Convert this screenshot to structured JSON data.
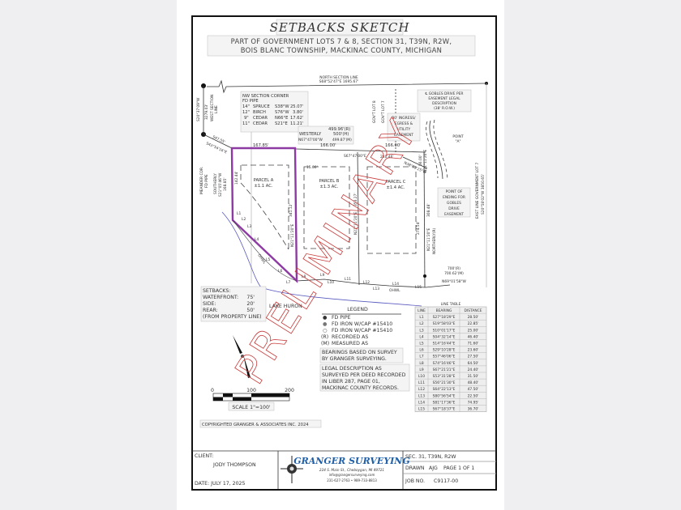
{
  "title": "SETBACKS SKETCH",
  "subtitle_lines": [
    "PART OF GOVERNMENT LOTS 7 & 8, SECTION 31, T39N, R2W,",
    "BOIS BLANC TOWNSHIP, MACKINAC COUNTY, MICHIGAN"
  ],
  "north_section_line": {
    "label": "NORTH SECTION LINE",
    "bearing": "S68°52'47\"E   1695.67'"
  },
  "west_section_line": {
    "bearing": "S20°37'09\"W",
    "distance": "3279.03'",
    "label1": "WEST SECTION",
    "label2": "LINE"
  },
  "nw_corner": {
    "title1": "NW SECTION CORNER",
    "title2": "FD PIPE",
    "witness_trees": [
      {
        "size": "14\"",
        "species": "SPRUCE",
        "bearing": "S38°W",
        "distance": "25.07'"
      },
      {
        "size": "12\"",
        "species": "BIRCH",
        "bearing": "S76°W",
        "distance": "3.80'"
      },
      {
        "size": "9\"",
        "species": "CEDAR",
        "bearing": "N66°E",
        "distance": "17.62'"
      },
      {
        "size": "11\"",
        "species": "CEDAR",
        "bearing": "S21°E",
        "distance": "11.21'"
      }
    ]
  },
  "sketch_labels": {
    "dist_47": "S47.55'",
    "bearing_43": "S43°54'16\"E",
    "meander1": "MEANDER COR.",
    "meander2": "FD PIPE",
    "southerly1": "SOUTHERLY",
    "southerly2": "S21°05'46\"W",
    "southerly3": "168.85'",
    "top_a": "167.85'",
    "westerly1": "WESTERLY",
    "westerly_r": "499.96'(R)",
    "westerly_h": "500'(H)",
    "westerly_bearing": "N67°47'00\"W",
    "westerly_m": "499.87'(M)",
    "top_b": "166.00'",
    "top_c": "166.00'",
    "bearing_top": "S67°47'00\"E",
    "dist_280": "280.46'",
    "offset_15": "15.00'",
    "parcel_a": "PARCEL A",
    "parcel_a_area": "±1.1 AC.",
    "parcel_b": "PARCEL B",
    "parcel_b_area": "±1.3 AC.",
    "parcel_c": "PARCEL C",
    "parcel_c_area": "±1.4 AC.",
    "a_west": "142.44'",
    "a_east_dist": "341.12'",
    "a_east_bearing": "N21°11'20\"E",
    "b_east_dist": "353.27'",
    "b_east_bearing": "N21°11'20\"E",
    "c_east_dist": "274.54'",
    "east_dist": "308.48'",
    "east_bearing": "N21°11'20\"E",
    "northerly": "NORTHERLY(R)",
    "govt_lot_8": "GOV'T LOT 8",
    "govt_lot_7": "GOV'T LOT 7",
    "easement1": "30' INGRESS/",
    "easement2": "EGRESS &",
    "easement3": "UTILITY",
    "easement4": "EASEMENT",
    "gobles1": "℄ GOBLES DRIVE PER",
    "gobles2": "EASEMENT LEGAL",
    "gobles3": "DESCRIPTION",
    "gobles4": "(38' R.O.W.)",
    "point_a1": "POINT",
    "point_a2": "\"A\"",
    "small_dist": "56.00'",
    "small_bearing": "N21°11'20\"E",
    "diag_bearing": "N38°02'25\"W",
    "ending1": "POINT OF",
    "ending2": "ENDING FOR",
    "ending3": "GOBLES",
    "ending4": "DRIVE",
    "ending5": "EASEMENT",
    "east_line1": "EAST LINE GOVERNMENT LOT 7",
    "east_line2": "S20°58'02\"W  3850.65'",
    "south_r": "700'(R)",
    "south_m": "700.62'(M)",
    "south_bearing": "N69°01'58\"W",
    "ohwl": "OHWL",
    "lake": "LAKE HURON",
    "lines": [
      "L1",
      "L2",
      "L3",
      "L4",
      "L5",
      "L6",
      "L7",
      "L8",
      "L9",
      "L10",
      "L11",
      "L12",
      "L13",
      "L14",
      "L15"
    ]
  },
  "setbacks": {
    "heading": "SETBACKS:",
    "rows": [
      {
        "label": "WATERFRONT:",
        "value": "75'"
      },
      {
        "label": "SIDE:",
        "value": "20'"
      },
      {
        "label": "REAR:",
        "value": "50'"
      }
    ],
    "note": "(FROM PROPERTY LINE)"
  },
  "legend": {
    "title": "LEGEND",
    "items": [
      {
        "symbol": "●",
        "label": "FD PIPE"
      },
      {
        "symbol": "●",
        "label": "FD IRON W/CAP #15410"
      },
      {
        "symbol": "○",
        "label": "FD IRON W/CAP #15410"
      },
      {
        "symbol": "(R)",
        "label": "RECORDED AS"
      },
      {
        "symbol": "(M)",
        "label": "MEASURED AS"
      }
    ],
    "bearings_note": [
      "BEARINGS BASED ON SURVEY",
      "BY GRANGER SURVEYING."
    ],
    "legal_note": [
      "LEGAL DESCRIPTION AS",
      "SURVEYED PER DEED RECORDED",
      "IN LIBER 287, PAGE 01,",
      "MACKINAC COUNTY RECORDS."
    ]
  },
  "line_table": {
    "title": "LINE TABLE",
    "headers": [
      "LINE",
      "BEARING",
      "DISTANCE"
    ],
    "rows": [
      [
        "L1",
        "S27°18'29\"E",
        "28.50'"
      ],
      [
        "L2",
        "S19°58'03\"E",
        "22.85'"
      ],
      [
        "L3",
        "S10°01'17\"E",
        "25.00'"
      ],
      [
        "L4",
        "S04°32'14\"E",
        "46.40'"
      ],
      [
        "L5",
        "S14°16'44\"E",
        "71.60'"
      ],
      [
        "L6",
        "S29°10'28\"E",
        "23.60'"
      ],
      [
        "L7",
        "S57°46'06\"E",
        "27.50'"
      ],
      [
        "L8",
        "S74°16'46\"E",
        "64.50'"
      ],
      [
        "L9",
        "S67°21'21\"E",
        "24.40'"
      ],
      [
        "L10",
        "S53°31'28\"E",
        "31.50'"
      ],
      [
        "L11",
        "S56°21'30\"E",
        "48.40'"
      ],
      [
        "L12",
        "S64°22'13\"E",
        "47.50'"
      ],
      [
        "L13",
        "S80°56'54\"E",
        "22.50'"
      ],
      [
        "L14",
        "S81°17'36\"E",
        "74.95'"
      ],
      [
        "L15",
        "S67°18'37\"E",
        "36.70'"
      ]
    ]
  },
  "scale": {
    "ticks": [
      "0",
      "100",
      "200"
    ],
    "label": "SCALE 1\"=100'"
  },
  "watermark": "PRELIMINARY",
  "copyright": "COPYRIGHTED GRANGER & ASSOCIATES INC. 2024",
  "title_block": {
    "client_label": "CLIENT:",
    "client": "JODY THOMPSON",
    "date": "DATE: JULY 17, 2025",
    "company": "GRANGER SURVEYING",
    "address": "224 S. Main St., Cheboygan, MI 49721",
    "email": "info@grangersurveying.com",
    "phone": "231-627-2763  •  989-733-8813",
    "section": "SEC. 31, T39N, R2W",
    "drawn_label": "DRAWN",
    "drawn_by": "AJG",
    "page": "PAGE  1  OF 1",
    "job_label": "JOB NO.",
    "job_no": "C9117-00"
  },
  "colors": {
    "parcel_a": "#8e3aa3",
    "watermark": "#c83a3a",
    "water_line": "#5b5bc0",
    "logo": "#1f5fa8"
  }
}
